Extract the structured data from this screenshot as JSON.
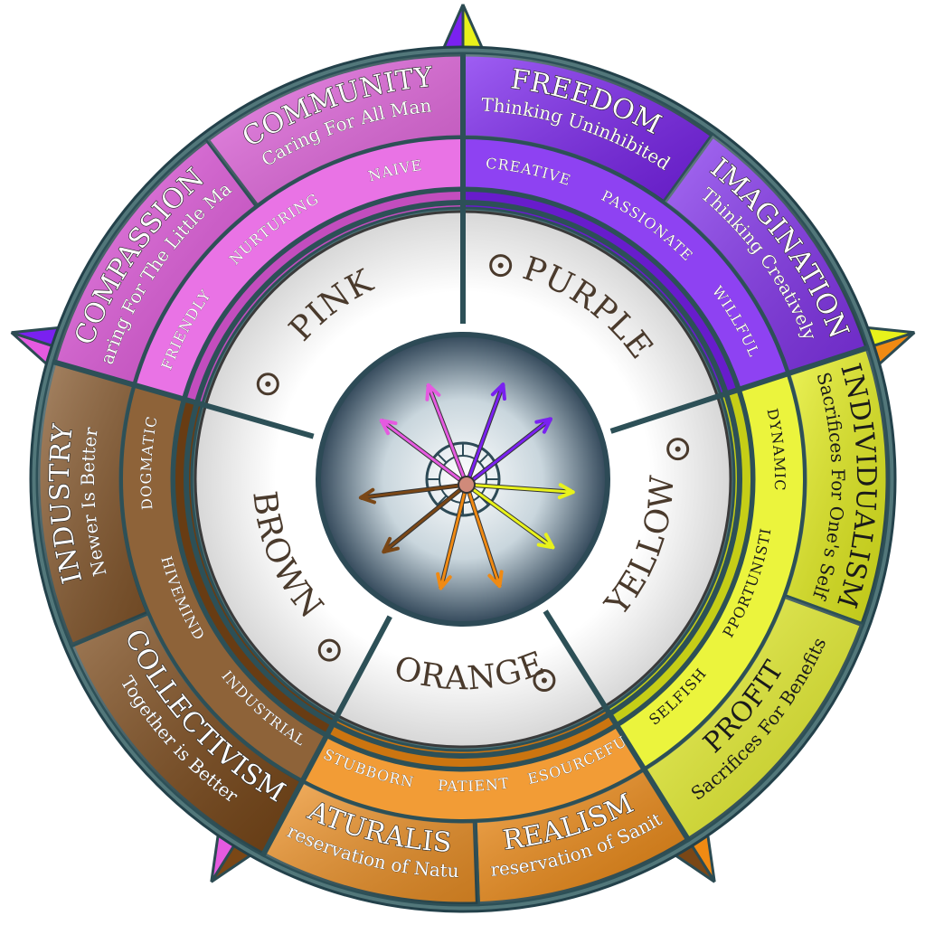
{
  "colors": {
    "purple": "#7a21f0",
    "yellow": "#e8f21b",
    "orange": "#f08a13",
    "brown": "#7a4716",
    "pink": "#e55ae0",
    "rim": "#3e6a70",
    "frame": "#52777a"
  },
  "sectors": [
    {
      "name": "PURPLE",
      "color": "#7a21f0",
      "icon": "swirl-icon",
      "traits": [
        "CREATIVE",
        "PASSIONATE",
        "WILLFUL"
      ],
      "ideals": [
        {
          "title": "FREEDOM",
          "subtitle": "Thinking Uninhibited"
        },
        {
          "title": "IMAGINATION",
          "subtitle": "Thinking Creatively"
        }
      ]
    },
    {
      "name": "YELLOW",
      "color": "#e8f21b",
      "icon": "bar-chart-icon",
      "traits": [
        "DYNAMIC",
        "OPPORTUNISTIC",
        "SELFISH"
      ],
      "ideals": [
        {
          "title": "INDIVIDUALISM",
          "subtitle": "Sacrifices For One's Self"
        },
        {
          "title": "PROFIT",
          "subtitle": "Sacrifices For Benefits"
        }
      ]
    },
    {
      "name": "ORANGE",
      "color": "#f08a13",
      "icon": "rock-icon",
      "traits": [
        "RESOURCEFUL",
        "PATIENT",
        "STUBBORN"
      ],
      "ideals": [
        {
          "title": "REALISM",
          "subtitle": "Preservation of Sanity"
        },
        {
          "title": "NATURALISM",
          "subtitle": "Preservation of Nature"
        }
      ]
    },
    {
      "name": "BROWN",
      "color": "#7a4716",
      "icon": "gear-icon",
      "traits": [
        "INDUSTRIAL",
        "HIVEMIND",
        "DOGMATIC"
      ],
      "ideals": [
        {
          "title": "COLLECTIVISM",
          "subtitle": "Together is Better"
        },
        {
          "title": "INDUSTRY",
          "subtitle": "Newer Is Better"
        }
      ]
    },
    {
      "name": "PINK",
      "color": "#e55ae0",
      "icon": "peace-icon",
      "traits": [
        "FRIENDLY",
        "NURTURING",
        "NAIVE"
      ],
      "ideals": [
        {
          "title": "COMPASSION",
          "subtitle": "Caring For The Little Man"
        },
        {
          "title": "COMMUNITY",
          "subtitle": "Caring For All Man"
        }
      ]
    }
  ]
}
